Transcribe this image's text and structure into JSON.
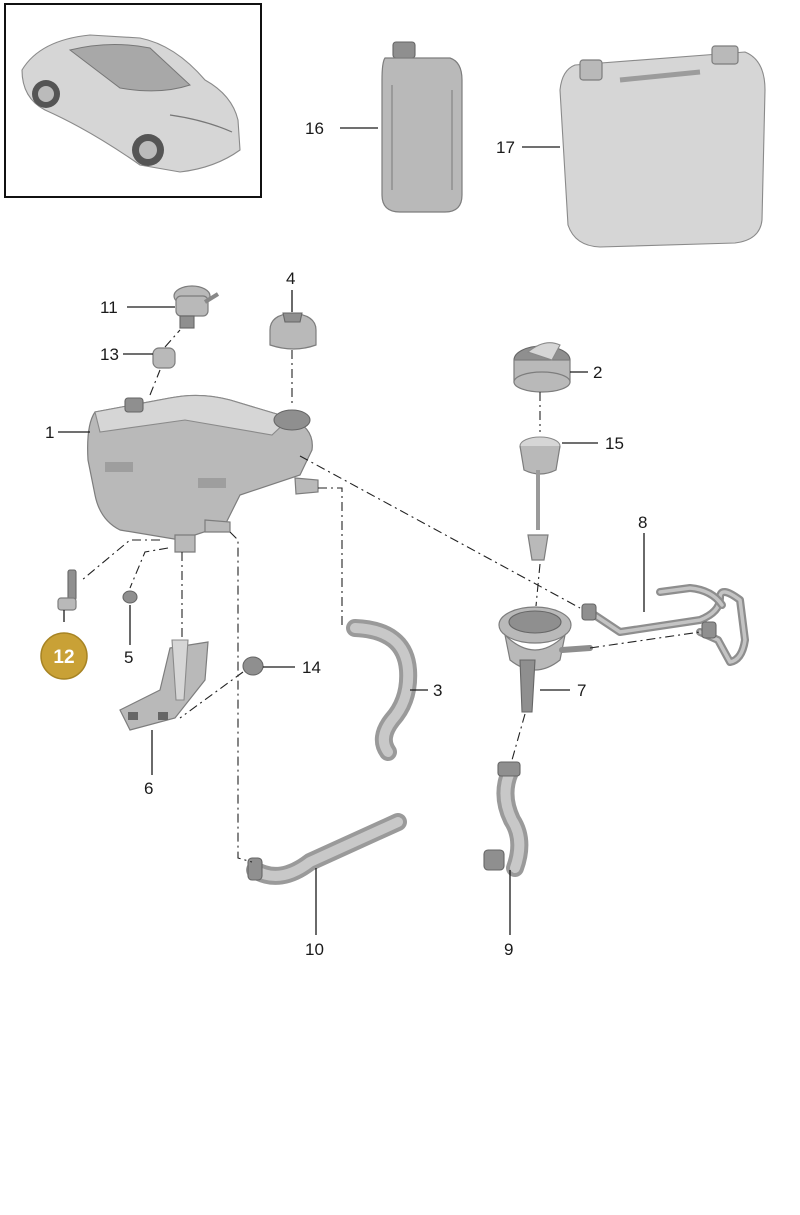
{
  "callouts": {
    "c1": "1",
    "c2": "2",
    "c3": "3",
    "c4": "4",
    "c5": "5",
    "c6": "6",
    "c7": "7",
    "c8": "8",
    "c9": "9",
    "c10": "10",
    "c11": "11",
    "c12": "12",
    "c13": "13",
    "c14": "14",
    "c15": "15",
    "c16": "16",
    "c17": "17"
  },
  "highlight": {
    "callout": "12",
    "color": "#c9a136"
  },
  "colors": {
    "line": "#1a1a1a",
    "part": "#b9b9b9"
  }
}
